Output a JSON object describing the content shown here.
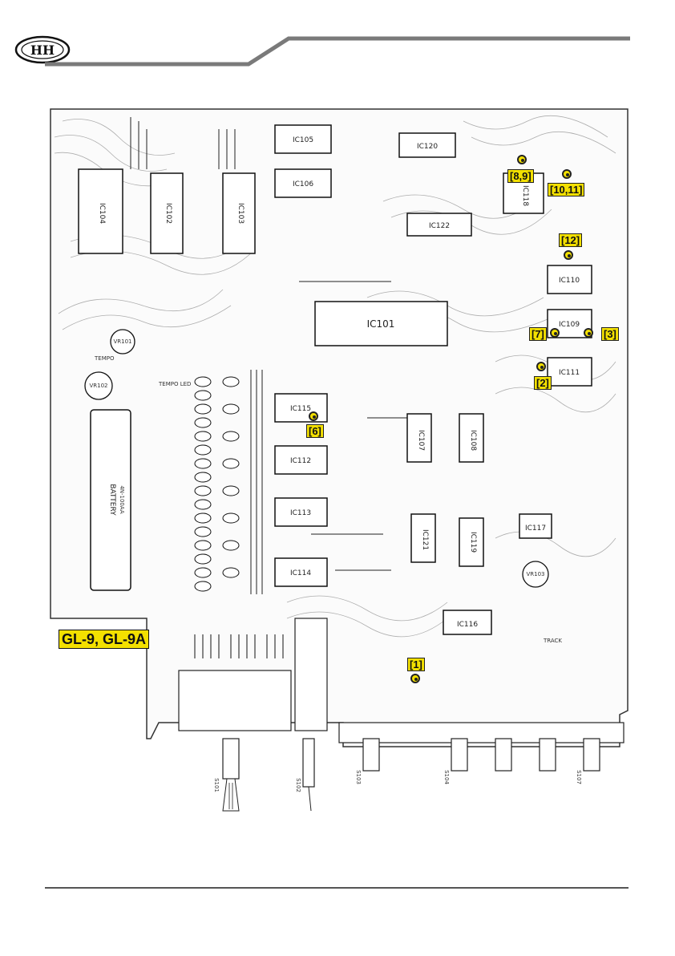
{
  "header": {
    "logo": "HH"
  },
  "model_label": "GL-9, GL-9A",
  "callouts": [
    {
      "id": "c1",
      "text": "[1]"
    },
    {
      "id": "c2",
      "text": "[2]"
    },
    {
      "id": "c3",
      "text": "[3]"
    },
    {
      "id": "c6",
      "text": "[6]"
    },
    {
      "id": "c7",
      "text": "[7]"
    },
    {
      "id": "c89",
      "text": "[8,9]"
    },
    {
      "id": "c1011",
      "text": "[10,11]"
    },
    {
      "id": "c12",
      "text": "[12]"
    }
  ],
  "ics": {
    "ic101": "IC101",
    "ic102": "IC102",
    "ic103": "IC103",
    "ic104": "IC104",
    "ic105": "IC105",
    "ic106": "IC106",
    "ic107": "IC107",
    "ic108": "IC108",
    "ic109": "IC109",
    "ic110": "IC110",
    "ic111": "IC111",
    "ic112": "IC112",
    "ic113": "IC113",
    "ic114": "IC114",
    "ic115": "IC115",
    "ic116": "IC116",
    "ic117": "IC117",
    "ic118": "IC118",
    "ic119": "IC119",
    "ic120": "IC120",
    "ic121": "IC121",
    "ic122": "IC122"
  },
  "components": {
    "battery": "BATTERY",
    "battery_spec": "4N-100AA",
    "switches": [
      "S101",
      "S102",
      "S103",
      "S104",
      "S107"
    ],
    "vr101": "VR101",
    "vr102": "VR102",
    "vr103": "VR103",
    "tempo": "TEMPO",
    "tempo_led": "TEMPO LED",
    "track": "TRACK"
  }
}
